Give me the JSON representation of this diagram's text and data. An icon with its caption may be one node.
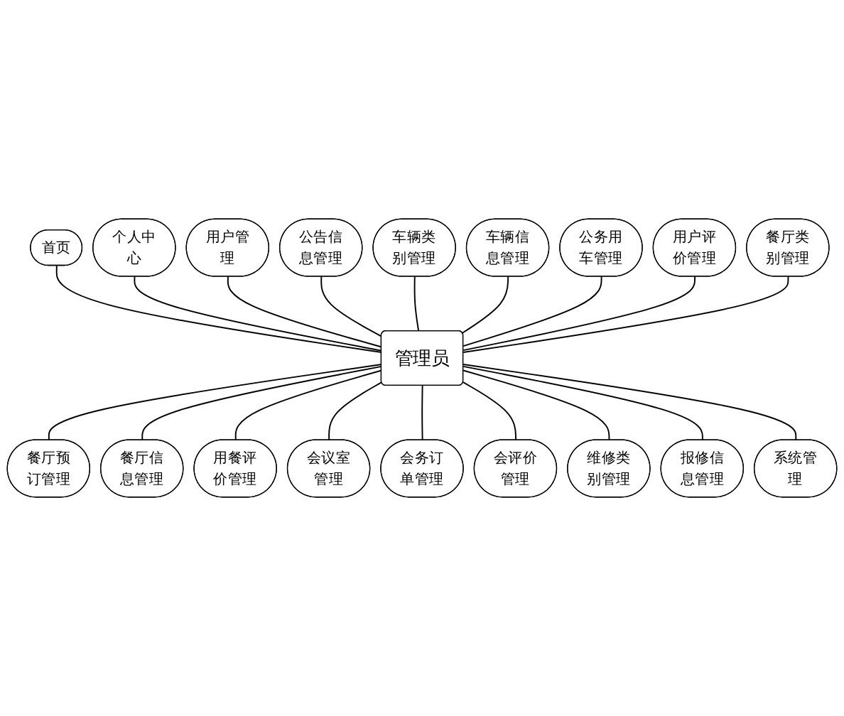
{
  "diagram": {
    "nodes": [
      {
        "text": [
          "首页"
        ]
      },
      {
        "text": [
          "个人中心"
        ]
      },
      {
        "text": [
          "用户管理"
        ]
      },
      {
        "text": [
          "公告信息管理"
        ]
      },
      {
        "text": [
          "车辆类别管理"
        ]
      },
      {
        "text": [
          "车辆信息管理"
        ]
      },
      {
        "text": [
          "公务用车管理"
        ]
      },
      {
        "text": [
          "用户评价管理"
        ]
      },
      {
        "text": [
          "餐厅类别管理"
        ]
      },
      {
        "text": [
          "管理员"
        ]
      },
      {
        "text": [
          "餐厅预订管理"
        ]
      },
      {
        "text": [
          "餐厅信息管理"
        ]
      },
      {
        "text": [
          "用餐评价管理"
        ]
      },
      {
        "text": [
          "会议室管理"
        ]
      },
      {
        "text": [
          "会务订单管理"
        ]
      },
      {
        "text": [
          "会评价管理"
        ]
      },
      {
        "text": [
          "维修类别管理"
        ]
      },
      {
        "text": [
          "报修信息管理"
        ]
      },
      {
        "text": [
          "系统管理"
        ]
      }
    ],
    "edges": [
      {
        "from": 0,
        "to": 9,
        "arrow": "none"
      },
      {
        "from": 1,
        "to": 9,
        "arrow": "none"
      },
      {
        "from": 2,
        "to": 9,
        "arrow": "none"
      },
      {
        "from": 3,
        "to": 9,
        "arrow": "none"
      },
      {
        "from": 4,
        "to": 9,
        "arrow": "none"
      },
      {
        "from": 5,
        "to": 9,
        "arrow": "none"
      },
      {
        "from": 6,
        "to": 9,
        "arrow": "none"
      },
      {
        "from": 7,
        "to": 9,
        "arrow": "none"
      },
      {
        "from": 8,
        "to": 9,
        "arrow": "none"
      },
      {
        "from": 9,
        "to": 10,
        "arrow": "none"
      },
      {
        "from": 9,
        "to": 11,
        "arrow": "none"
      },
      {
        "from": 9,
        "to": 12,
        "arrow": "none"
      },
      {
        "from": 9,
        "to": 13,
        "arrow": "none"
      },
      {
        "from": 9,
        "to": 14,
        "arrow": "none"
      },
      {
        "from": 9,
        "to": 15,
        "arrow": "none"
      },
      {
        "from": 9,
        "to": 16,
        "arrow": "none"
      },
      {
        "from": 9,
        "to": 17,
        "arrow": "none"
      },
      {
        "from": 9,
        "to": 18,
        "arrow": "none"
      }
    ]
  }
}
